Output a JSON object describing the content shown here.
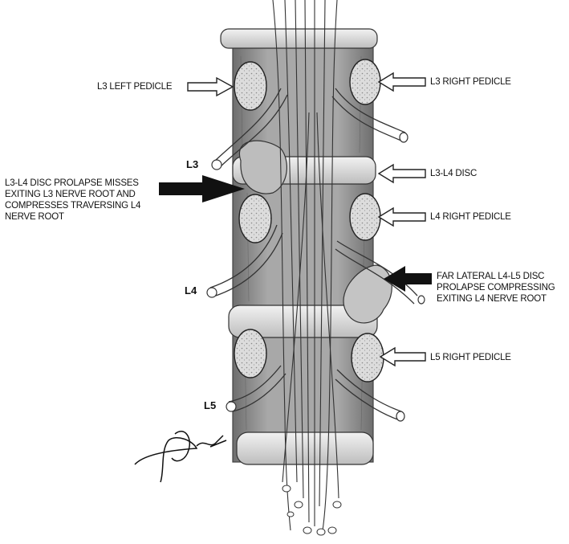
{
  "labels": {
    "l3_left_pedicle": "L3 LEFT PEDICLE",
    "l3_right_pedicle": "L3 RIGHT PEDICLE",
    "l3_l4_disc": "L3-L4 DISC",
    "l4_right_pedicle": "L4 RIGHT PEDICLE",
    "l5_right_pedicle": "L5 RIGHT PEDICLE",
    "l3_l4_prolapse": [
      "L3-L4 DISC PROLAPSE MISSES",
      "EXITING L3 NERVE ROOT AND",
      "COMPRESSES TRAVERSING L4",
      "NERVE ROOT"
    ],
    "far_lateral_prolapse": [
      "FAR LATERAL L4-L5 DISC",
      "PROLAPSE COMPRESSING",
      "EXITING L4 NERVE ROOT"
    ]
  },
  "levels": {
    "l3": "L3",
    "l4": "L4",
    "l5": "L5"
  },
  "signature": "artist signature",
  "colors": {
    "ink": "#111111",
    "bone": "#d9d9d9",
    "bone_dark": "#8f8f8f",
    "pedicle": "#cfcfcf"
  }
}
